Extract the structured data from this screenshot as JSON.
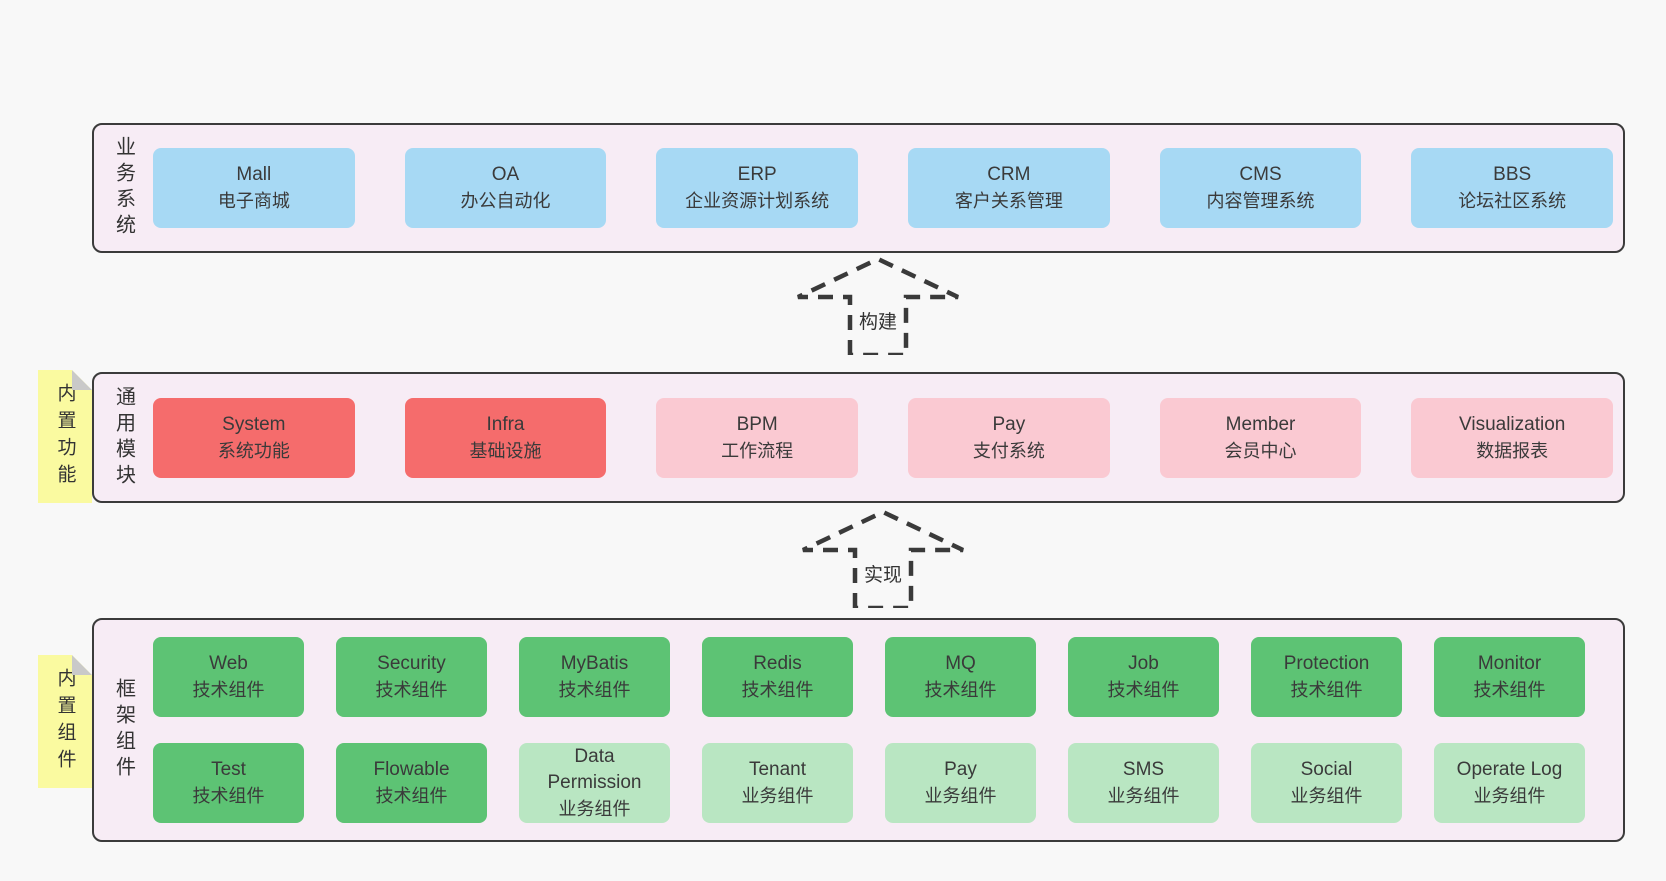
{
  "colors": {
    "canvas_bg": "#f8f8f8",
    "section_bg": "#f7ecf5",
    "section_border": "#3b3b3b",
    "business_box": "#a7d9f4",
    "core_module_box": "#f56c6c",
    "optional_module_box": "#fac9d2",
    "tech_component_box": "#5dc374",
    "biz_component_box": "#b9e6c2",
    "sticky_note": "#fafaa0",
    "note_fold": "#c9c9c9",
    "text": "#3a3a3a"
  },
  "arrows": {
    "build": "构建",
    "implement": "实现"
  },
  "sections": {
    "business": {
      "label": "业务系统",
      "boxes": [
        {
          "name": "Mall",
          "desc": "电子商城"
        },
        {
          "name": "OA",
          "desc": "办公自动化"
        },
        {
          "name": "ERP",
          "desc": "企业资源计划系统"
        },
        {
          "name": "CRM",
          "desc": "客户关系管理"
        },
        {
          "name": "CMS",
          "desc": "内容管理系统"
        },
        {
          "name": "BBS",
          "desc": "论坛社区系统"
        }
      ]
    },
    "modules": {
      "label": "通用模块",
      "note": "内置功能",
      "boxes": [
        {
          "name": "System",
          "desc": "系统功能"
        },
        {
          "name": "Infra",
          "desc": "基础设施"
        },
        {
          "name": "BPM",
          "desc": "工作流程"
        },
        {
          "name": "Pay",
          "desc": "支付系统"
        },
        {
          "name": "Member",
          "desc": "会员中心"
        },
        {
          "name": "Visualization",
          "desc": "数据报表"
        }
      ]
    },
    "components": {
      "label": "框架组件",
      "note": "内置组件",
      "rows": [
        [
          {
            "name": "Web",
            "desc": "技术组件"
          },
          {
            "name": "Security",
            "desc": "技术组件"
          },
          {
            "name": "MyBatis",
            "desc": "技术组件"
          },
          {
            "name": "Redis",
            "desc": "技术组件"
          },
          {
            "name": "MQ",
            "desc": "技术组件"
          },
          {
            "name": "Job",
            "desc": "技术组件"
          },
          {
            "name": "Protection",
            "desc": "技术组件"
          },
          {
            "name": "Monitor",
            "desc": "技术组件"
          }
        ],
        [
          {
            "name": "Test",
            "desc": "技术组件"
          },
          {
            "name": "Flowable",
            "desc": "技术组件"
          },
          {
            "name": "Data Permission",
            "desc": "业务组件"
          },
          {
            "name": "Tenant",
            "desc": "业务组件"
          },
          {
            "name": "Pay",
            "desc": "业务组件"
          },
          {
            "name": "SMS",
            "desc": "业务组件"
          },
          {
            "name": "Social",
            "desc": "业务组件"
          },
          {
            "name": "Operate Log",
            "desc": "业务组件"
          }
        ]
      ]
    }
  }
}
